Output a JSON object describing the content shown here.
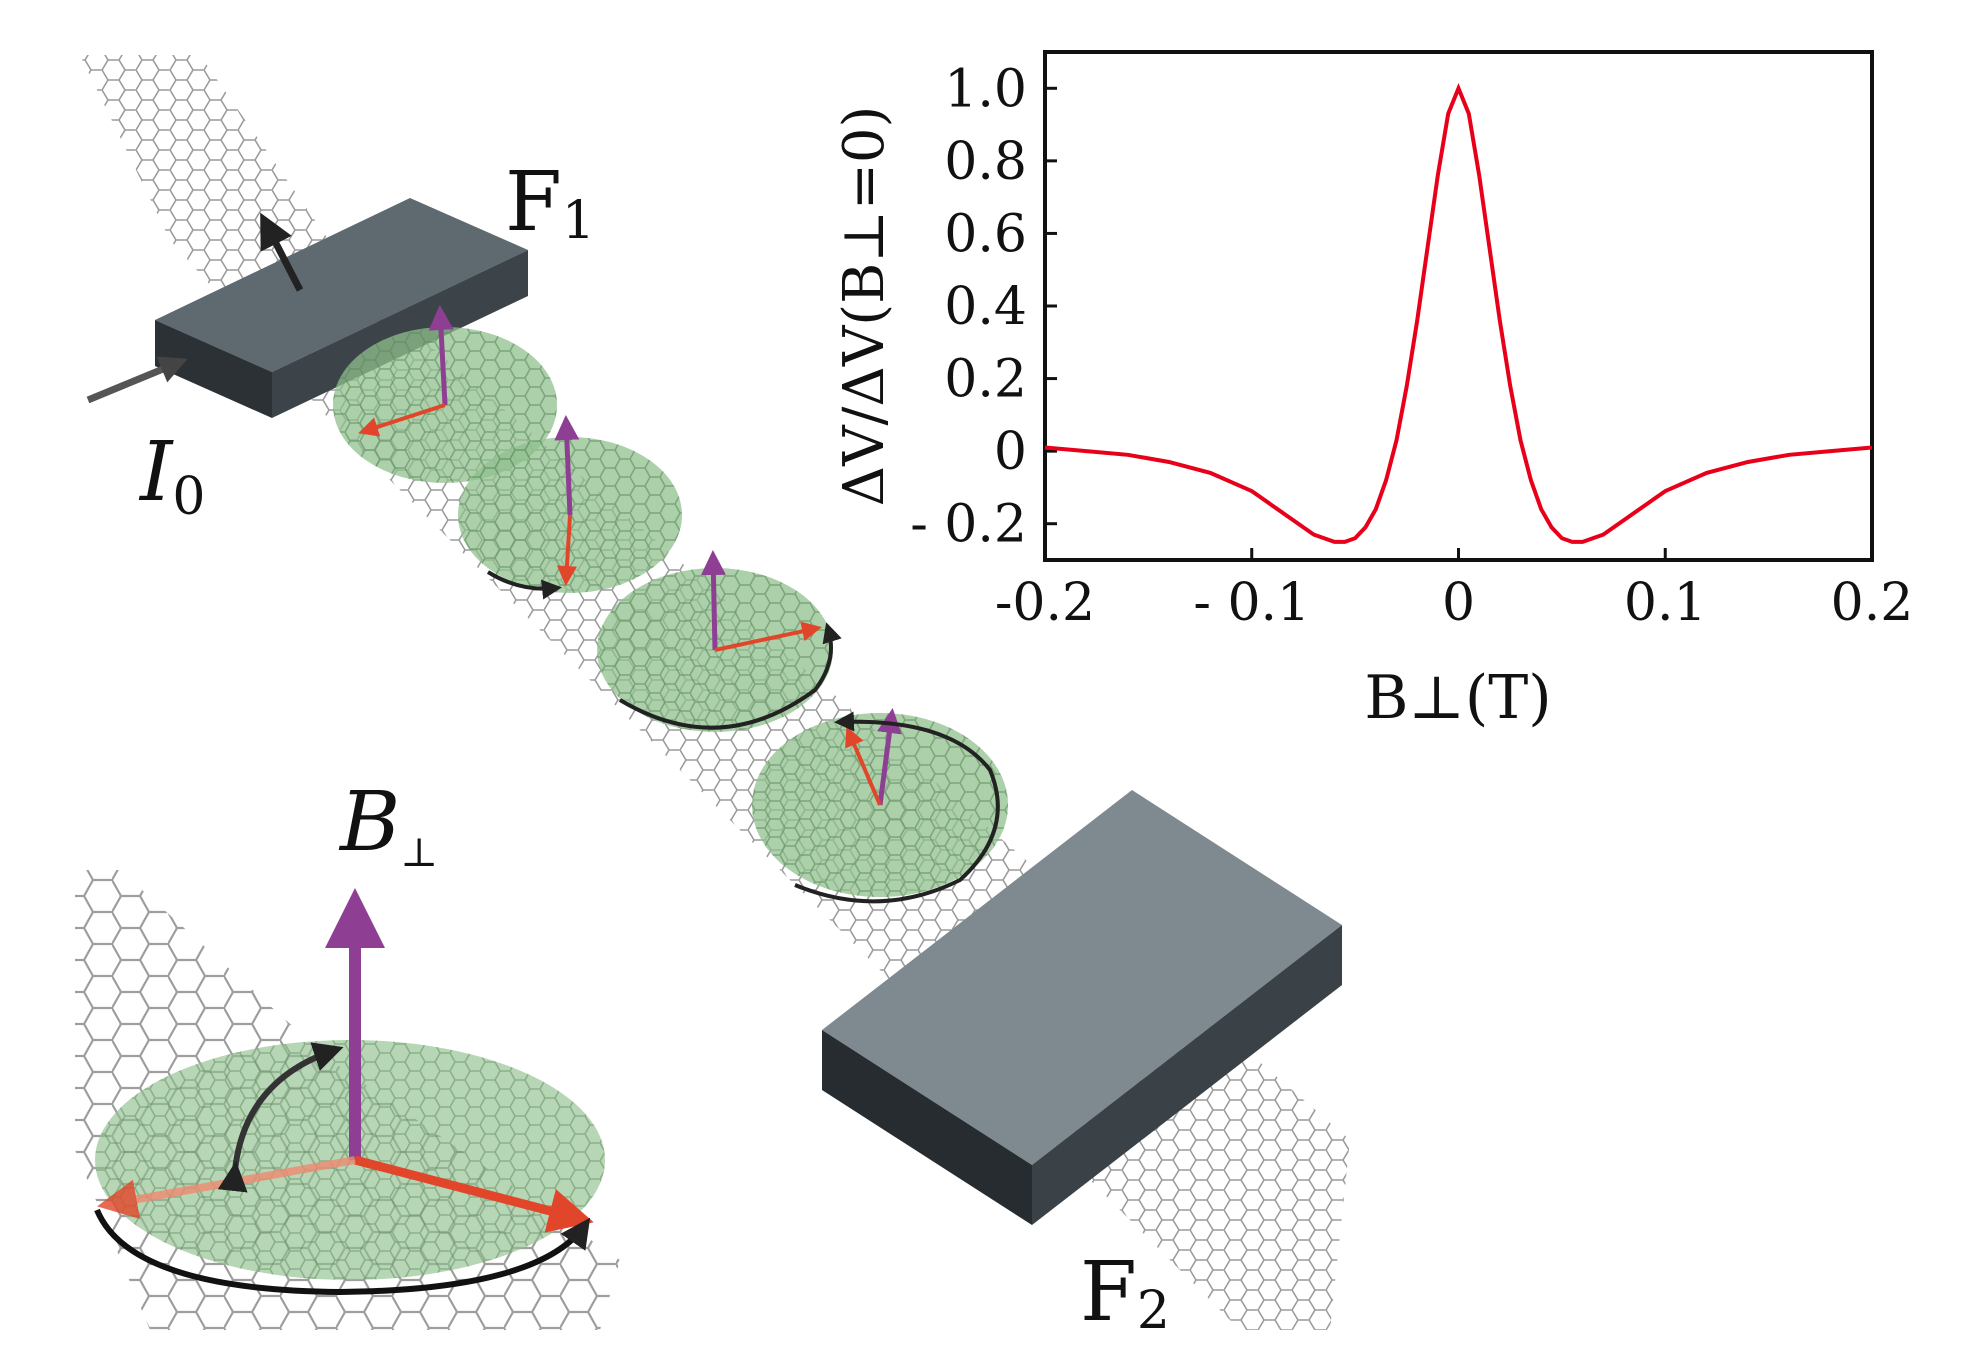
{
  "labels": {
    "f1_main": "F",
    "f1_sub": "1",
    "f2_main": "F",
    "f2_sub": "2",
    "i0_main": "I",
    "i0_sub": "0",
    "bperp_main": "B",
    "bperp_sub": "⊥"
  },
  "colors": {
    "contact_top": "#5e6970",
    "contact_side": "#262c30",
    "disc_fill": "#8fc08e",
    "spin_red": "#e2462a",
    "field_purple": "#8e3f93",
    "lattice": "#8a8a8a",
    "curve": "#e8001a"
  },
  "chart_data": {
    "type": "line",
    "title": "",
    "xlabel": "B⊥(T)",
    "ylabel": "ΔV/ΔV(B⊥=0)",
    "xlim": [
      -0.2,
      0.2
    ],
    "ylim": [
      -0.3,
      1.1
    ],
    "xticks": [
      -0.2,
      -0.1,
      0,
      0.1,
      0.2
    ],
    "xtick_labels": [
      "-0.2",
      "- 0.1",
      "0",
      "0.1",
      "0.2"
    ],
    "yticks": [
      -0.2,
      0,
      0.2,
      0.4,
      0.6,
      0.8,
      1.0
    ],
    "ytick_labels": [
      "- 0.2",
      "0",
      "0.2",
      "0.4",
      "0.6",
      "0.8",
      "1.0"
    ],
    "series": [
      {
        "x": [
          -0.2,
          -0.18,
          -0.16,
          -0.14,
          -0.12,
          -0.1,
          -0.09,
          -0.08,
          -0.07,
          -0.06,
          -0.055,
          -0.05,
          -0.045,
          -0.04,
          -0.035,
          -0.03,
          -0.025,
          -0.02,
          -0.015,
          -0.01,
          -0.005,
          0,
          0.005,
          0.01,
          0.015,
          0.02,
          0.025,
          0.03,
          0.035,
          0.04,
          0.045,
          0.05,
          0.055,
          0.06,
          0.07,
          0.08,
          0.09,
          0.1,
          0.12,
          0.14,
          0.16,
          0.18,
          0.2
        ],
        "y": [
          0.01,
          0.0,
          -0.01,
          -0.03,
          -0.06,
          -0.11,
          -0.15,
          -0.19,
          -0.23,
          -0.25,
          -0.25,
          -0.24,
          -0.21,
          -0.16,
          -0.08,
          0.03,
          0.18,
          0.36,
          0.56,
          0.76,
          0.93,
          1.0,
          0.93,
          0.76,
          0.56,
          0.36,
          0.18,
          0.03,
          -0.08,
          -0.16,
          -0.21,
          -0.24,
          -0.25,
          -0.25,
          -0.23,
          -0.19,
          -0.15,
          -0.11,
          -0.06,
          -0.03,
          -0.01,
          0.0,
          0.01
        ]
      }
    ],
    "grid": false,
    "legend": "none"
  }
}
